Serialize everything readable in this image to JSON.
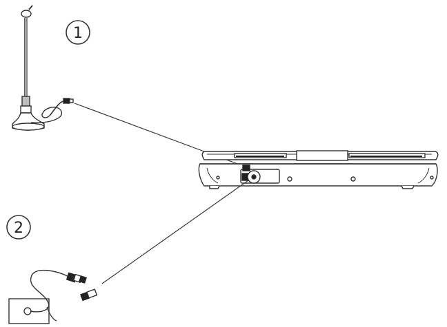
{
  "callouts": [
    {
      "id": "step-1",
      "label": "1"
    },
    {
      "id": "step-2",
      "label": "2"
    }
  ],
  "colors": {
    "line": "#3a3a3a",
    "fill_dark": "#222222",
    "fill_light": "#ffffff",
    "fill_mid": "#bdbdbd"
  }
}
